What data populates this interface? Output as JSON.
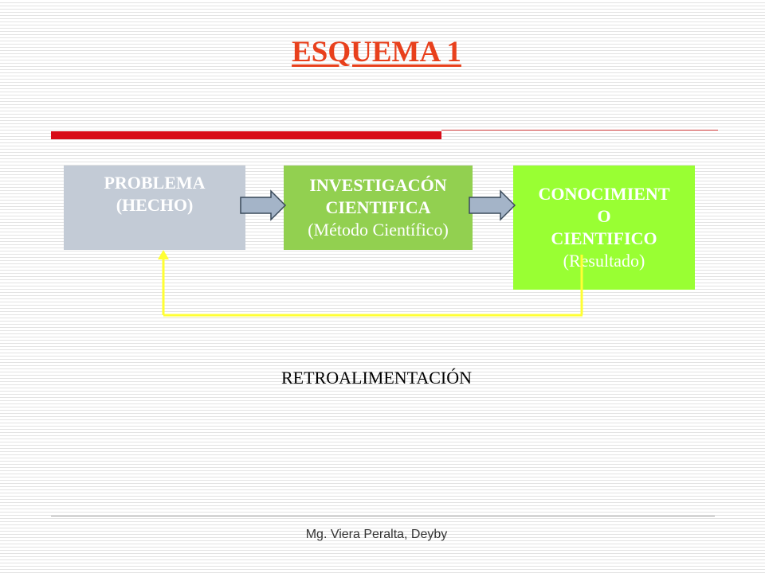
{
  "title": "ESQUEMA  1",
  "boxes": {
    "problema": {
      "line1": "PROBLEMA",
      "line2": "(HECHO)"
    },
    "investigacion": {
      "line1": "INVESTIGACÓN",
      "line2": "CIENTIFICA",
      "line3": "(Método Científico)"
    },
    "conocimiento": {
      "line1": "CONOCIMIENT",
      "line2": "O",
      "line3": "CIENTIFICO",
      "line4": "(Resultado)"
    }
  },
  "feedback_label": "RETROALIMENTACIÓN",
  "footer": "Mg. Viera Peralta, Deyby",
  "colors": {
    "title": "#e8401c",
    "red_bar": "#d80c18",
    "problema_box": "#c3cbd6",
    "investigacion_box": "#92d050",
    "conocimiento_box": "#99ff33",
    "arrow_fill": "#a4b4c8",
    "feedback_line": "#ffff33"
  }
}
